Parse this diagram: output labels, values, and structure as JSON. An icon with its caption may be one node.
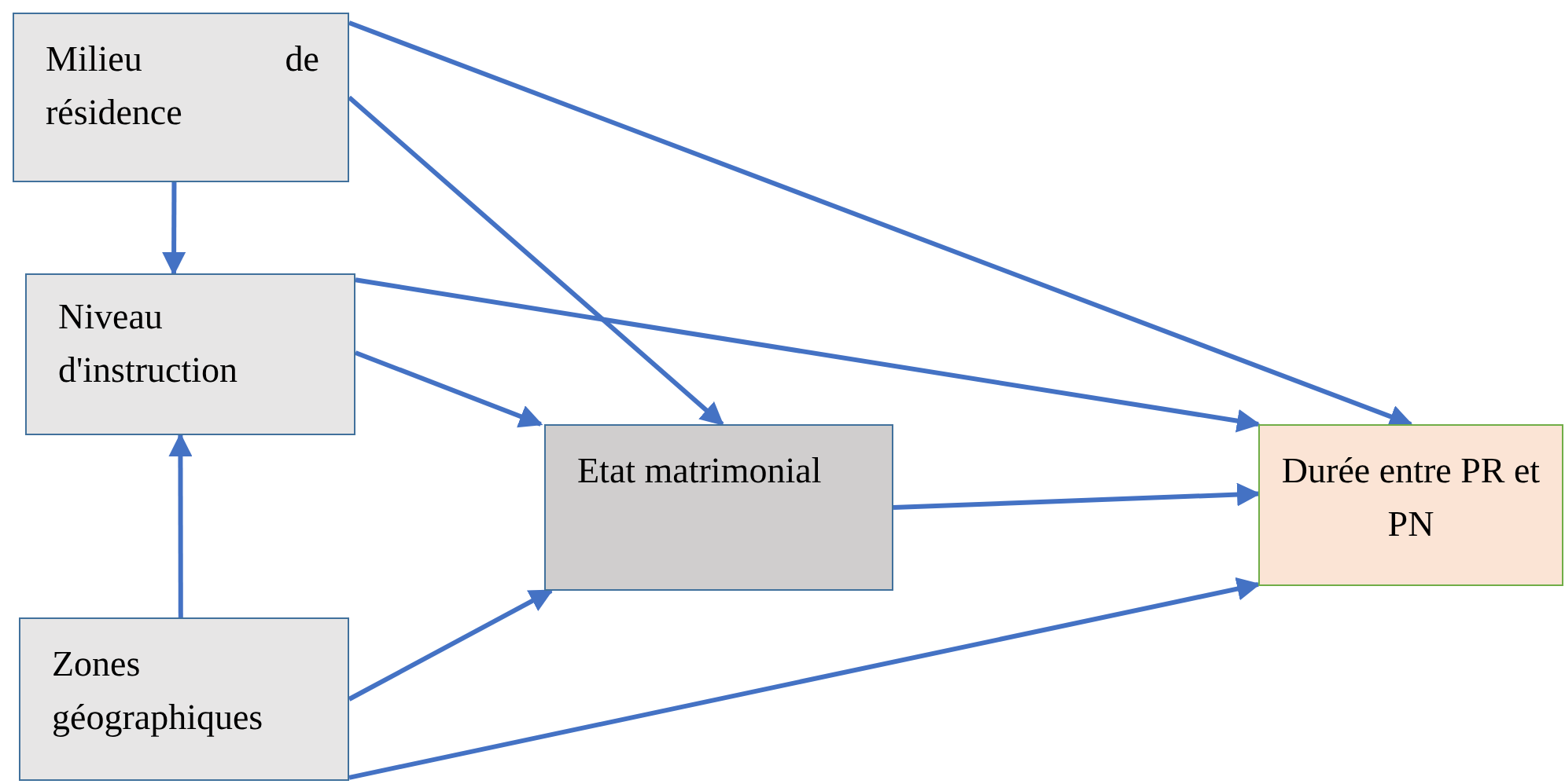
{
  "diagram": {
    "nodes": [
      {
        "text": [
          "Milieu de résidence"
        ]
      },
      {
        "text": [
          "Niveau d'instruction"
        ]
      },
      {
        "text": [
          "Zones géographiques"
        ]
      },
      {
        "text": [
          "Etat matrimonial"
        ]
      },
      {
        "text": [
          "Durée entre PR et PN"
        ]
      }
    ],
    "edges": [
      {
        "from": 0,
        "to": 1,
        "arrow": "to"
      },
      {
        "from": 2,
        "to": 1,
        "arrow": "to"
      },
      {
        "from": 0,
        "to": 4,
        "arrow": "to"
      },
      {
        "from": 0,
        "to": 3,
        "arrow": "to"
      },
      {
        "from": 1,
        "to": 4,
        "arrow": "to"
      },
      {
        "from": 1,
        "to": 3,
        "arrow": "to"
      },
      {
        "from": 3,
        "to": 4,
        "arrow": "to"
      },
      {
        "from": 2,
        "to": 3,
        "arrow": "to"
      },
      {
        "from": 2,
        "to": 4,
        "arrow": "to"
      }
    ]
  }
}
